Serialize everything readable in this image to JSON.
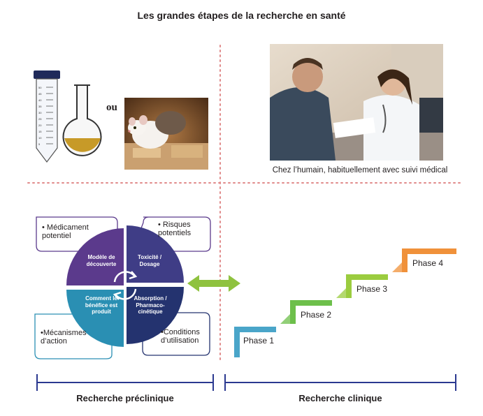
{
  "title": "Les grandes étapes de la recherche en santé",
  "preclinical_images": {
    "connector_word": "ou",
    "tube_marks": [
      "50",
      "45",
      "40",
      "35",
      "30",
      "25",
      "20",
      "15",
      "10",
      "5"
    ]
  },
  "clinical_image": {
    "caption": "Chez l’humain, habituellement avec suivi médical"
  },
  "cycle": {
    "quadrants": [
      {
        "label": "Modèle de découverte",
        "color": "#5b3a8c"
      },
      {
        "label": "Toxicité / Dosage",
        "color": "#3f3d86"
      },
      {
        "label": "Absorption / Pharmaco-cinétique",
        "color": "#24336f"
      },
      {
        "label": "Comment le bénéfice est produit",
        "color": "#2a8fb3"
      }
    ],
    "bubbles": [
      {
        "text": "• Médicament potentiel"
      },
      {
        "text": "• Risques potentiels"
      },
      {
        "text": "•Mécanismes d’action"
      },
      {
        "text": "•Conditions d’utilisation"
      }
    ]
  },
  "phases": [
    {
      "label": "Phase 1",
      "color": "#4aa5c9"
    },
    {
      "label": "Phase 2",
      "color": "#6dbf4b"
    },
    {
      "label": "Phase 3",
      "color": "#9bcc3f"
    },
    {
      "label": "Phase 4",
      "color": "#f0913a"
    }
  ],
  "arrow_color": "#8fc23f",
  "bracket_color": "#2b3990",
  "labels": {
    "preclinical": "Recherche préclinique",
    "clinical": "Recherche clinique"
  }
}
